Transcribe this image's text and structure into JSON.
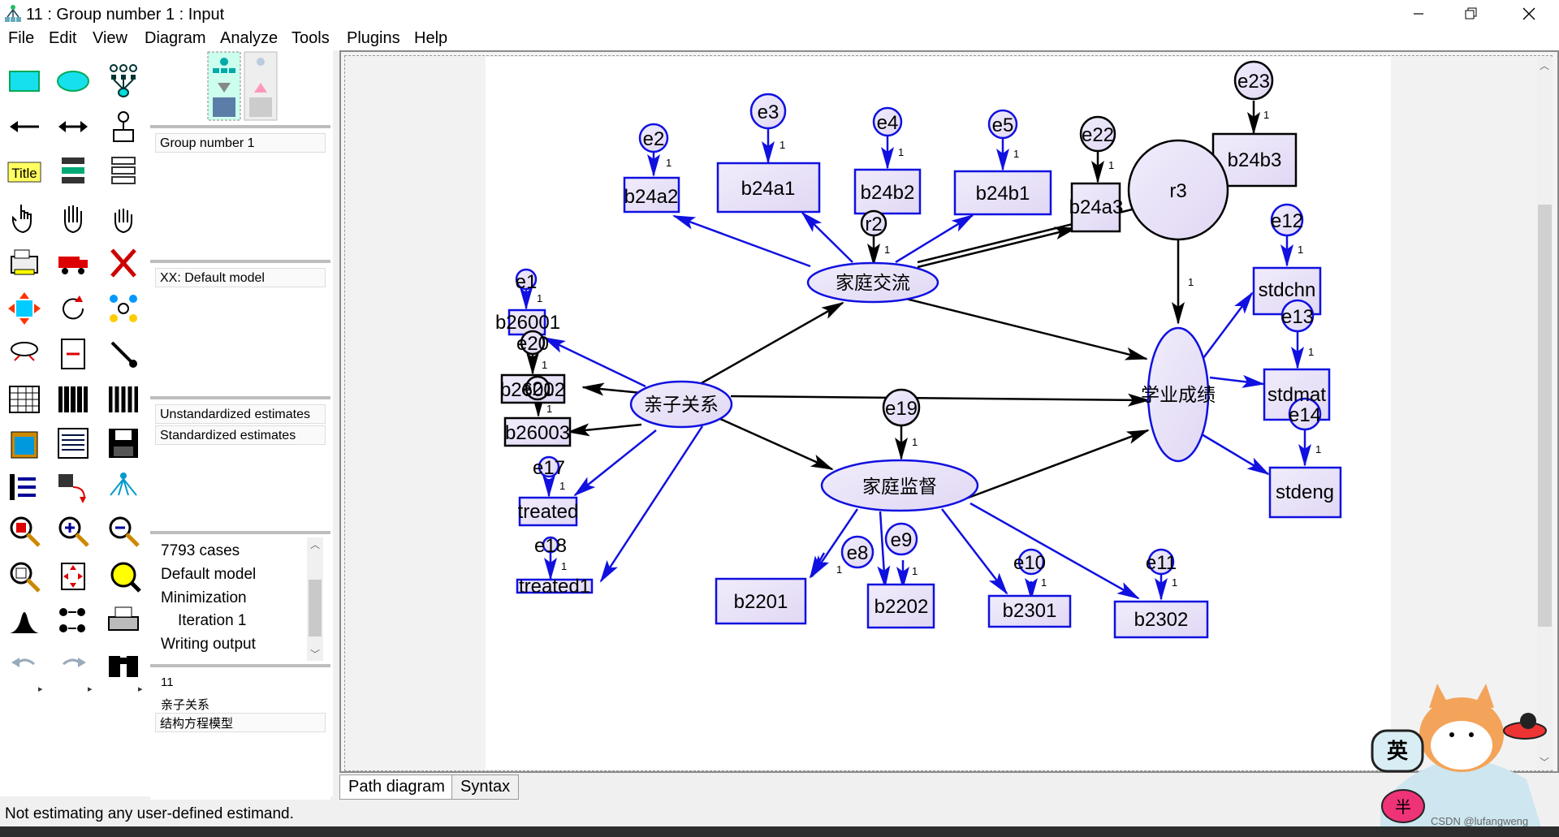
{
  "window": {
    "title": "11 : Group number 1 : Input",
    "controls": [
      "minimize-icon",
      "restore-icon",
      "close-icon"
    ]
  },
  "menu": [
    "File",
    "Edit",
    "View",
    "Diagram",
    "Analyze",
    "Tools",
    "Plugins",
    "Help"
  ],
  "toolbox": {
    "title_tool_label": "Title"
  },
  "panel": {
    "groups": [
      "Group number 1"
    ],
    "models": [
      "XX: Default model"
    ],
    "estimates": [
      "Unstandardized estimates",
      "Standardized estimates"
    ],
    "log": [
      "7793 cases",
      "Default model",
      "Minimization",
      "Iteration 1",
      "Writing output"
    ],
    "file_info": [
      "11",
      "亲子关系",
      "结构方程模型"
    ]
  },
  "tabs": [
    "Path diagram",
    "Syntax"
  ],
  "status": "Not estimating any user-defined estimand.",
  "watermark": "CSDN @lufangweng",
  "diagram": {
    "latent": [
      "家庭交流",
      "亲子关系",
      "家庭监督",
      "学业成绩"
    ],
    "r3": "r3",
    "observed": [
      "b24a2",
      "b24a1",
      "b24b2",
      "b24b1",
      "b24a3",
      "b24b3",
      "b26001",
      "b26002",
      "b26003",
      "treated",
      "treated1",
      "b2201",
      "b2202",
      "b2301",
      "b2302",
      "stdchn",
      "stdmat",
      "stdeng"
    ],
    "errors": [
      "e1",
      "e2",
      "e3",
      "e4",
      "e5",
      "e8",
      "e9",
      "e10",
      "e11",
      "e12",
      "e13",
      "e14",
      "e17",
      "e18",
      "e19",
      "e20",
      "e21",
      "e22",
      "e23",
      "r2"
    ],
    "path_one": "1"
  },
  "colors": {
    "latent_fill": "#e6e0f6",
    "box_fill": "#e8e4f6",
    "blue_path": "#1010e0",
    "black_path": "#000000"
  }
}
